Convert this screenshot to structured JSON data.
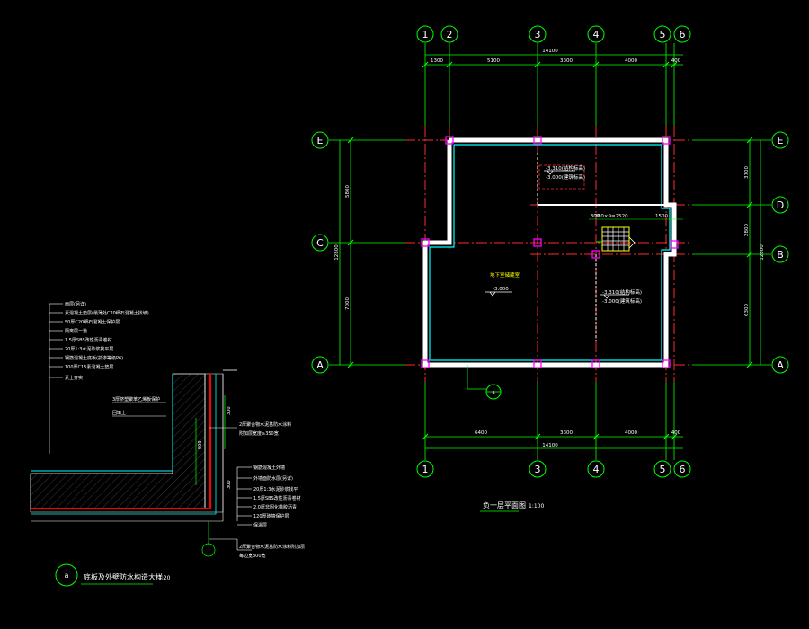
{
  "colors": {
    "background": "#000000",
    "axis_line": "#ff2a2a",
    "dim_line": "#00ff00",
    "wall": "#ffffff",
    "wall_fill": "#00ffff",
    "text": "#ffffff",
    "annotation": "#ffff00",
    "column": "#ff00ff",
    "bubble": "#00ff00",
    "waterproof": "#ff0000"
  },
  "plan": {
    "title": "负一层平面图",
    "scale": "1:100",
    "grid_top": [
      "1",
      "2",
      "3",
      "4",
      "5",
      "6"
    ],
    "grid_bottom": [
      "1",
      "3",
      "4",
      "5",
      "6"
    ],
    "grid_left": [
      "E",
      "C",
      "A"
    ],
    "grid_right": [
      "E",
      "D",
      "B",
      "A"
    ],
    "top_total": "14100",
    "top_dims": [
      "1300",
      "5100",
      "3300",
      "4000",
      "400"
    ],
    "bottom_total": "14100",
    "bottom_dims": [
      "6400",
      "3300",
      "4000",
      "400"
    ],
    "left_total": "12800",
    "left_dims": [
      "5800",
      "7000"
    ],
    "right_total": "12800",
    "right_dims": [
      "3700",
      "2800",
      "6300"
    ],
    "room_label_main": "地下室储藏室",
    "elev_main": "-3.000",
    "room_label_ne_1": "-3.310(结构标高)",
    "room_label_ne_2": "-3.000(建筑标高)",
    "room_label_se_1": "-3.310(结构标高)",
    "room_label_se_2": "-3.000(建筑标高)",
    "stair_dims": [
      "300",
      "280×9=2520",
      "1500"
    ],
    "callout_top": "a",
    "callout_bottom": "—"
  },
  "detail": {
    "title": "底板及外壁防水构造大样",
    "scale": "1:20",
    "bubble": "a",
    "top_layers": [
      "面层(另详)",
      "素混凝土垫层(最薄处C20细石混凝土找坡)",
      "50厚C20细石混凝土保护层",
      "隔离层一道",
      "1.5厚SBS改性沥青卷材",
      "20厚1:3水泥砂浆找平层",
      "钢筋混凝土底板(抗渗等级P6)",
      "100厚C15素混凝土垫层",
      "素土夯实"
    ],
    "protect_wall": "3厚挤塑聚苯乙烯板保护",
    "backfill": "回填土",
    "wall_note_1": "2厚聚合物水泥基防水涂料",
    "wall_note_2": "附加层宽度≥350宽",
    "wall_layers": [
      "钢筋混凝土外墙",
      "外墙面防水层(另详)",
      "20厚1:3水泥砂浆找平",
      "1.5厚SBS改性沥青卷材",
      "2.0厚非固化橡胶沥青",
      "120厚砖墙保护层",
      "保温层"
    ],
    "corner_note_1": "2厚聚合物水泥基防水涂料附加层",
    "corner_note_2": "每边宽300宽",
    "dim_1": "300",
    "dim_2": "500",
    "dim_3": "300"
  }
}
